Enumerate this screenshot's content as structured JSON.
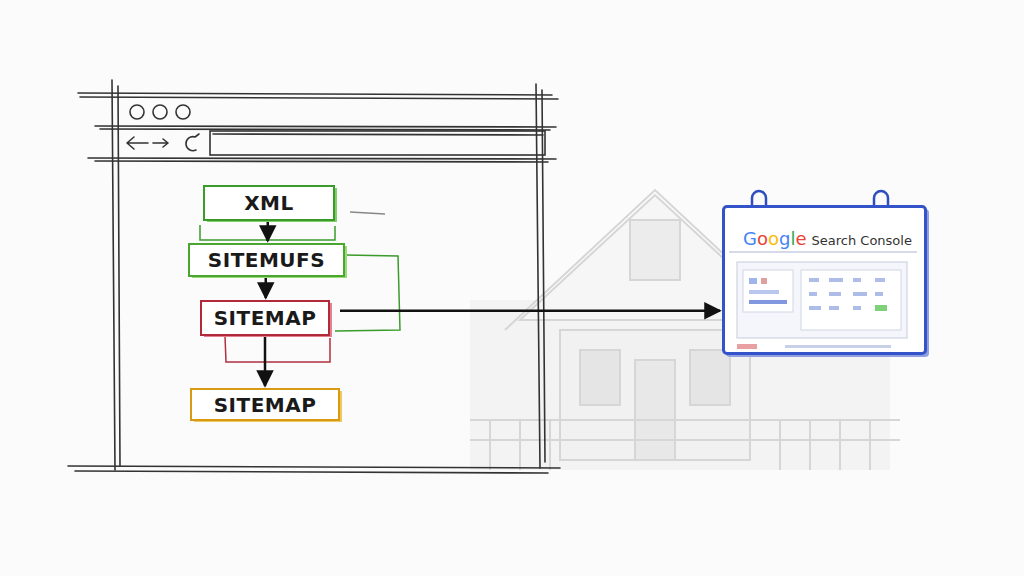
{
  "diagram": {
    "nodes": [
      {
        "text": [
          "XML"
        ]
      },
      {
        "text": [
          "SITEMUFS"
        ]
      },
      {
        "text": [
          "SITEMAP"
        ]
      },
      {
        "text": [
          "SITEMAP"
        ]
      },
      {
        "text": [
          "Google",
          "Search Console"
        ]
      }
    ],
    "edges": [
      {
        "from": 0,
        "to": 1,
        "arrow": "to"
      },
      {
        "from": 1,
        "to": 2,
        "arrow": "to"
      },
      {
        "from": 2,
        "to": 3,
        "arrow": "to"
      },
      {
        "from": 2,
        "to": 4,
        "arrow": "to"
      }
    ]
  }
}
